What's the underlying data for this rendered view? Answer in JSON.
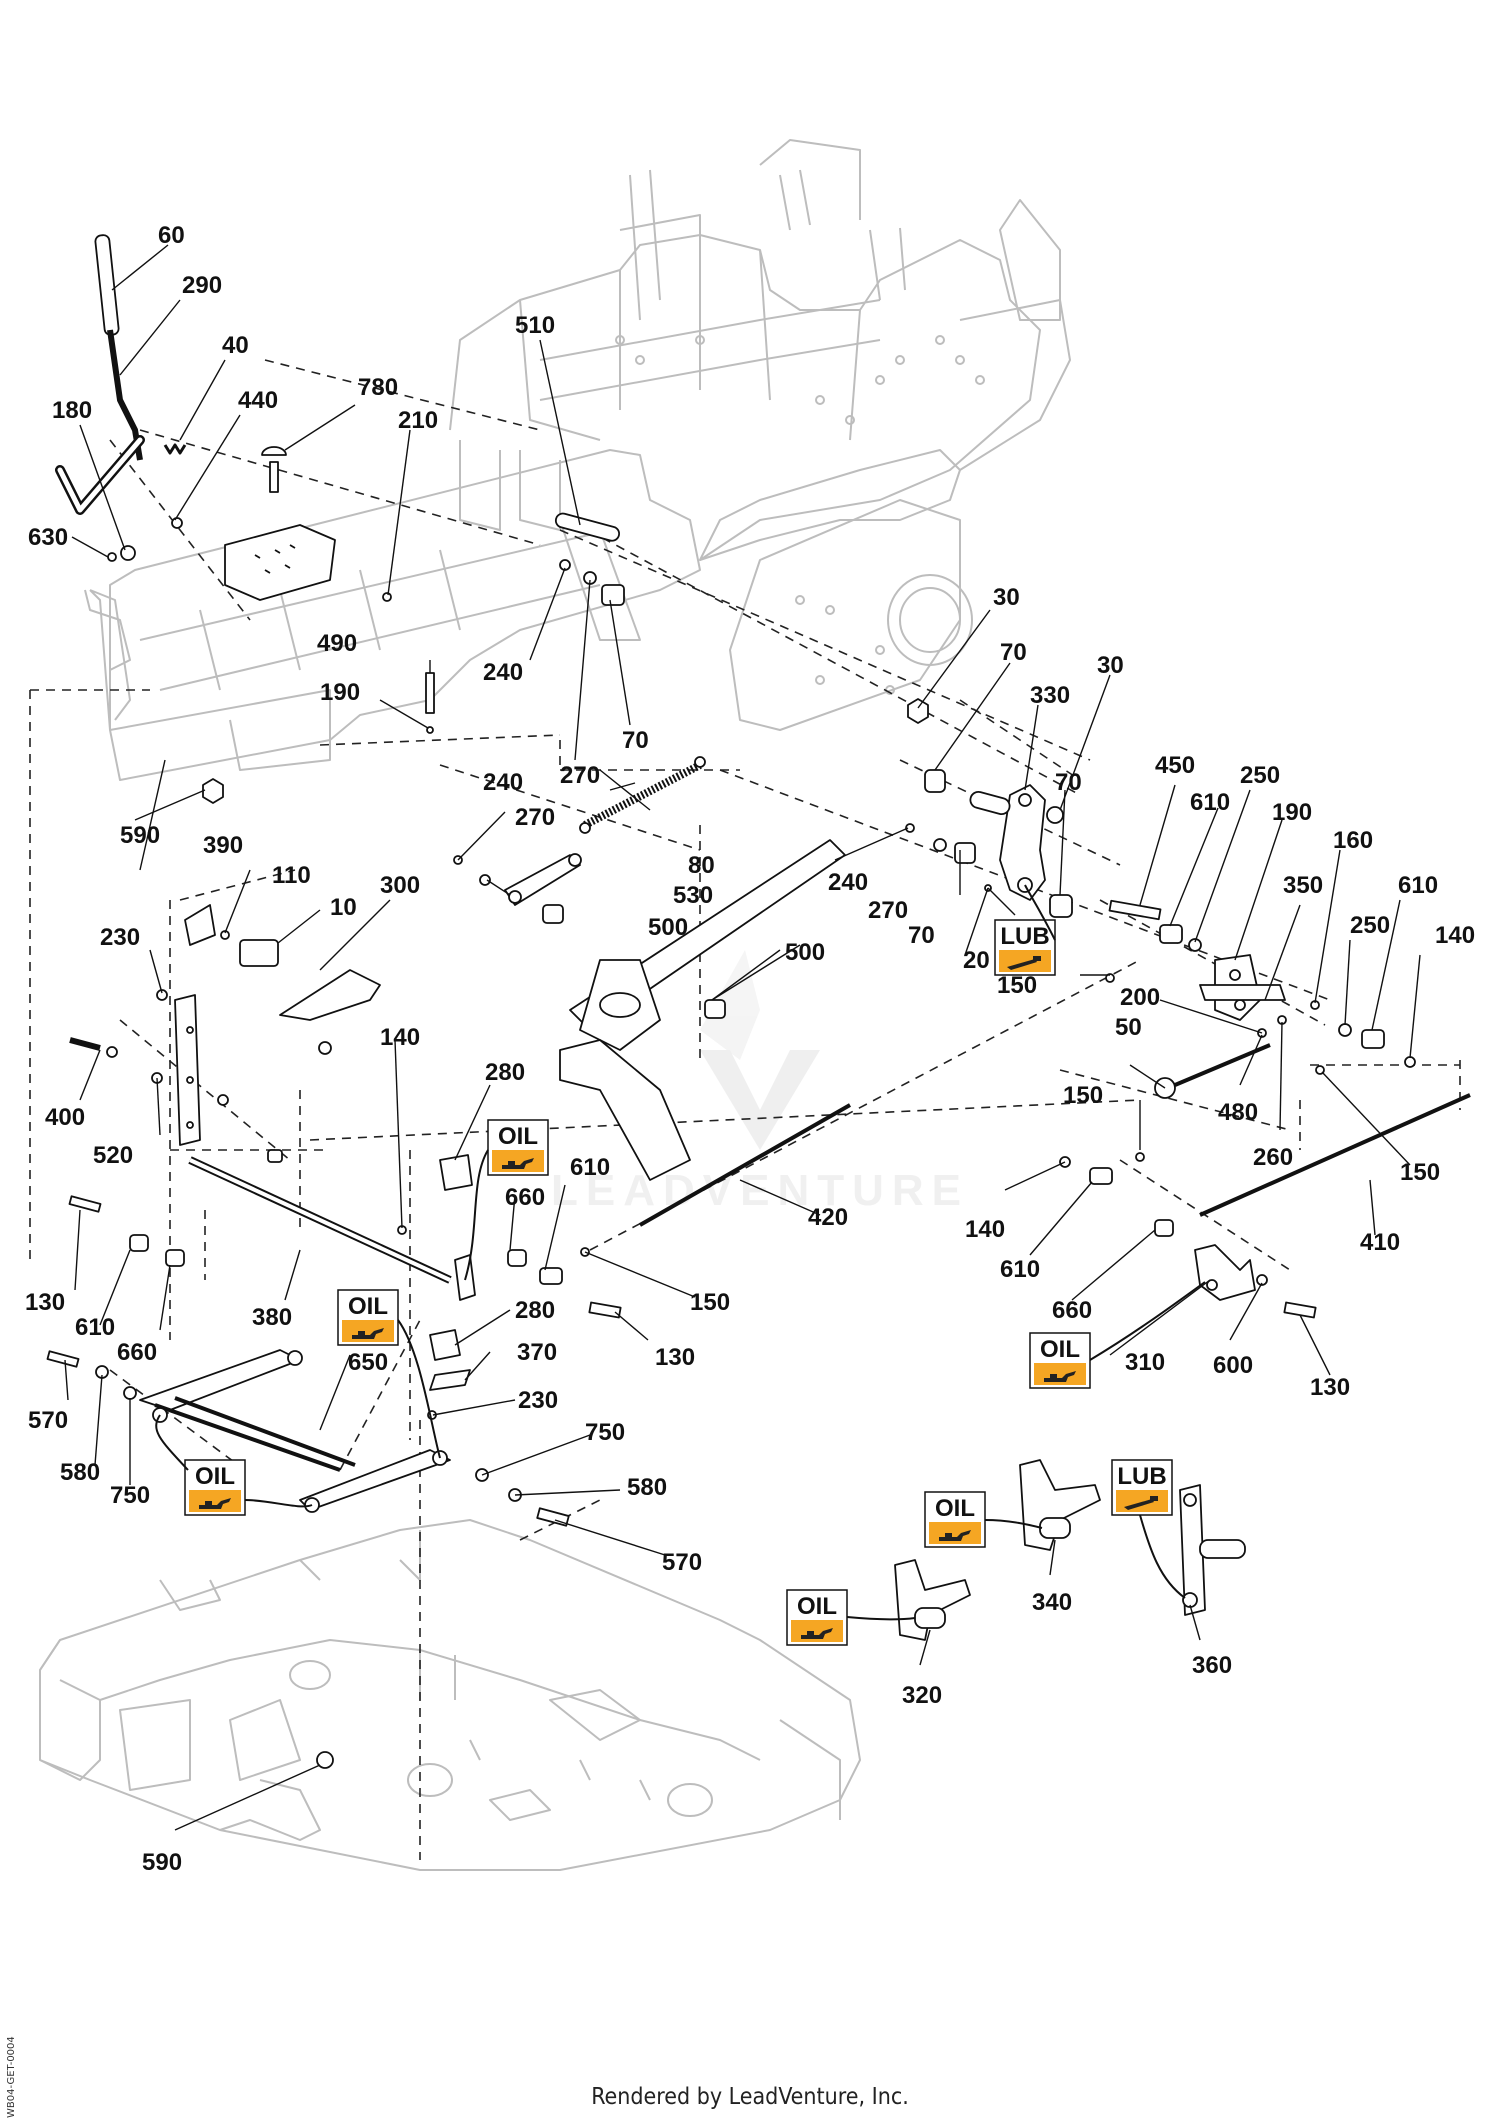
{
  "callouts": [
    {
      "id": "c60",
      "text": "60"
    },
    {
      "id": "c290",
      "text": "290"
    },
    {
      "id": "c40",
      "text": "40"
    },
    {
      "id": "c440",
      "text": "440"
    },
    {
      "id": "c780",
      "text": "780"
    },
    {
      "id": "c180",
      "text": "180"
    },
    {
      "id": "c210",
      "text": "210"
    },
    {
      "id": "c510",
      "text": "510"
    },
    {
      "id": "c630",
      "text": "630"
    },
    {
      "id": "c30a",
      "text": "30"
    },
    {
      "id": "c70a",
      "text": "70"
    },
    {
      "id": "c30b",
      "text": "30"
    },
    {
      "id": "c330",
      "text": "330"
    },
    {
      "id": "c490",
      "text": "490"
    },
    {
      "id": "c240a",
      "text": "240"
    },
    {
      "id": "c190a",
      "text": "190"
    },
    {
      "id": "c70b",
      "text": "70"
    },
    {
      "id": "c270a",
      "text": "270"
    },
    {
      "id": "c70c",
      "text": "70"
    },
    {
      "id": "c450",
      "text": "450"
    },
    {
      "id": "c250a",
      "text": "250"
    },
    {
      "id": "c610a",
      "text": "610"
    },
    {
      "id": "c190b",
      "text": "190"
    },
    {
      "id": "c240b",
      "text": "240"
    },
    {
      "id": "c590a",
      "text": "590"
    },
    {
      "id": "c270b",
      "text": "270"
    },
    {
      "id": "c80",
      "text": "80"
    },
    {
      "id": "c390",
      "text": "390"
    },
    {
      "id": "c240c",
      "text": "240"
    },
    {
      "id": "c530",
      "text": "530"
    },
    {
      "id": "c270c",
      "text": "270"
    },
    {
      "id": "c110",
      "text": "110"
    },
    {
      "id": "c300",
      "text": "300"
    },
    {
      "id": "c10",
      "text": "10"
    },
    {
      "id": "c350",
      "text": "350"
    },
    {
      "id": "c160",
      "text": "160"
    },
    {
      "id": "c610b",
      "text": "610"
    },
    {
      "id": "c500a",
      "text": "500"
    },
    {
      "id": "c70d",
      "text": "70"
    },
    {
      "id": "c20",
      "text": "20"
    },
    {
      "id": "c230a",
      "text": "230"
    },
    {
      "id": "c250b",
      "text": "250"
    },
    {
      "id": "c140a",
      "text": "140"
    },
    {
      "id": "c500b",
      "text": "500"
    },
    {
      "id": "c150a",
      "text": "150"
    },
    {
      "id": "c200",
      "text": "200"
    },
    {
      "id": "c50",
      "text": "50"
    },
    {
      "id": "c140b",
      "text": "140"
    },
    {
      "id": "c400",
      "text": "400"
    },
    {
      "id": "c480",
      "text": "480"
    },
    {
      "id": "c280a",
      "text": "280"
    },
    {
      "id": "c520",
      "text": "520"
    },
    {
      "id": "c150b",
      "text": "150"
    },
    {
      "id": "c260",
      "text": "260"
    },
    {
      "id": "c150c",
      "text": "150"
    },
    {
      "id": "c610c",
      "text": "610"
    },
    {
      "id": "c660a",
      "text": "660"
    },
    {
      "id": "c140c",
      "text": "140"
    },
    {
      "id": "c420",
      "text": "420"
    },
    {
      "id": "c410",
      "text": "410"
    },
    {
      "id": "c610d",
      "text": "610"
    },
    {
      "id": "c130a",
      "text": "130"
    },
    {
      "id": "c380",
      "text": "380"
    },
    {
      "id": "c150d",
      "text": "150"
    },
    {
      "id": "c660b",
      "text": "660"
    },
    {
      "id": "c280b",
      "text": "280"
    },
    {
      "id": "c610e",
      "text": "610"
    },
    {
      "id": "c370",
      "text": "370"
    },
    {
      "id": "c660c",
      "text": "660"
    },
    {
      "id": "c130b",
      "text": "130"
    },
    {
      "id": "c650",
      "text": "650"
    },
    {
      "id": "c310",
      "text": "310"
    },
    {
      "id": "c600",
      "text": "600"
    },
    {
      "id": "c130c",
      "text": "130"
    },
    {
      "id": "c570a",
      "text": "570"
    },
    {
      "id": "c230b",
      "text": "230"
    },
    {
      "id": "c750a",
      "text": "750"
    },
    {
      "id": "c580a",
      "text": "580"
    },
    {
      "id": "c750b",
      "text": "750"
    },
    {
      "id": "c580b",
      "text": "580"
    },
    {
      "id": "c570b",
      "text": "570"
    },
    {
      "id": "c340",
      "text": "340"
    },
    {
      "id": "c360",
      "text": "360"
    },
    {
      "id": "c320",
      "text": "320"
    },
    {
      "id": "c590b",
      "text": "590"
    }
  ],
  "badges": {
    "oil": "OIL",
    "lub": "LUB"
  },
  "watermark": "LEADVENTURE",
  "footer": "Rendered by LeadVenture, Inc.",
  "doc_id": "WB04-GET-0004",
  "colors": {
    "badge_fill": "#f5a623",
    "line": "#111111",
    "frame_line": "#bcbcbc",
    "watermark": "#e6e6e6"
  }
}
